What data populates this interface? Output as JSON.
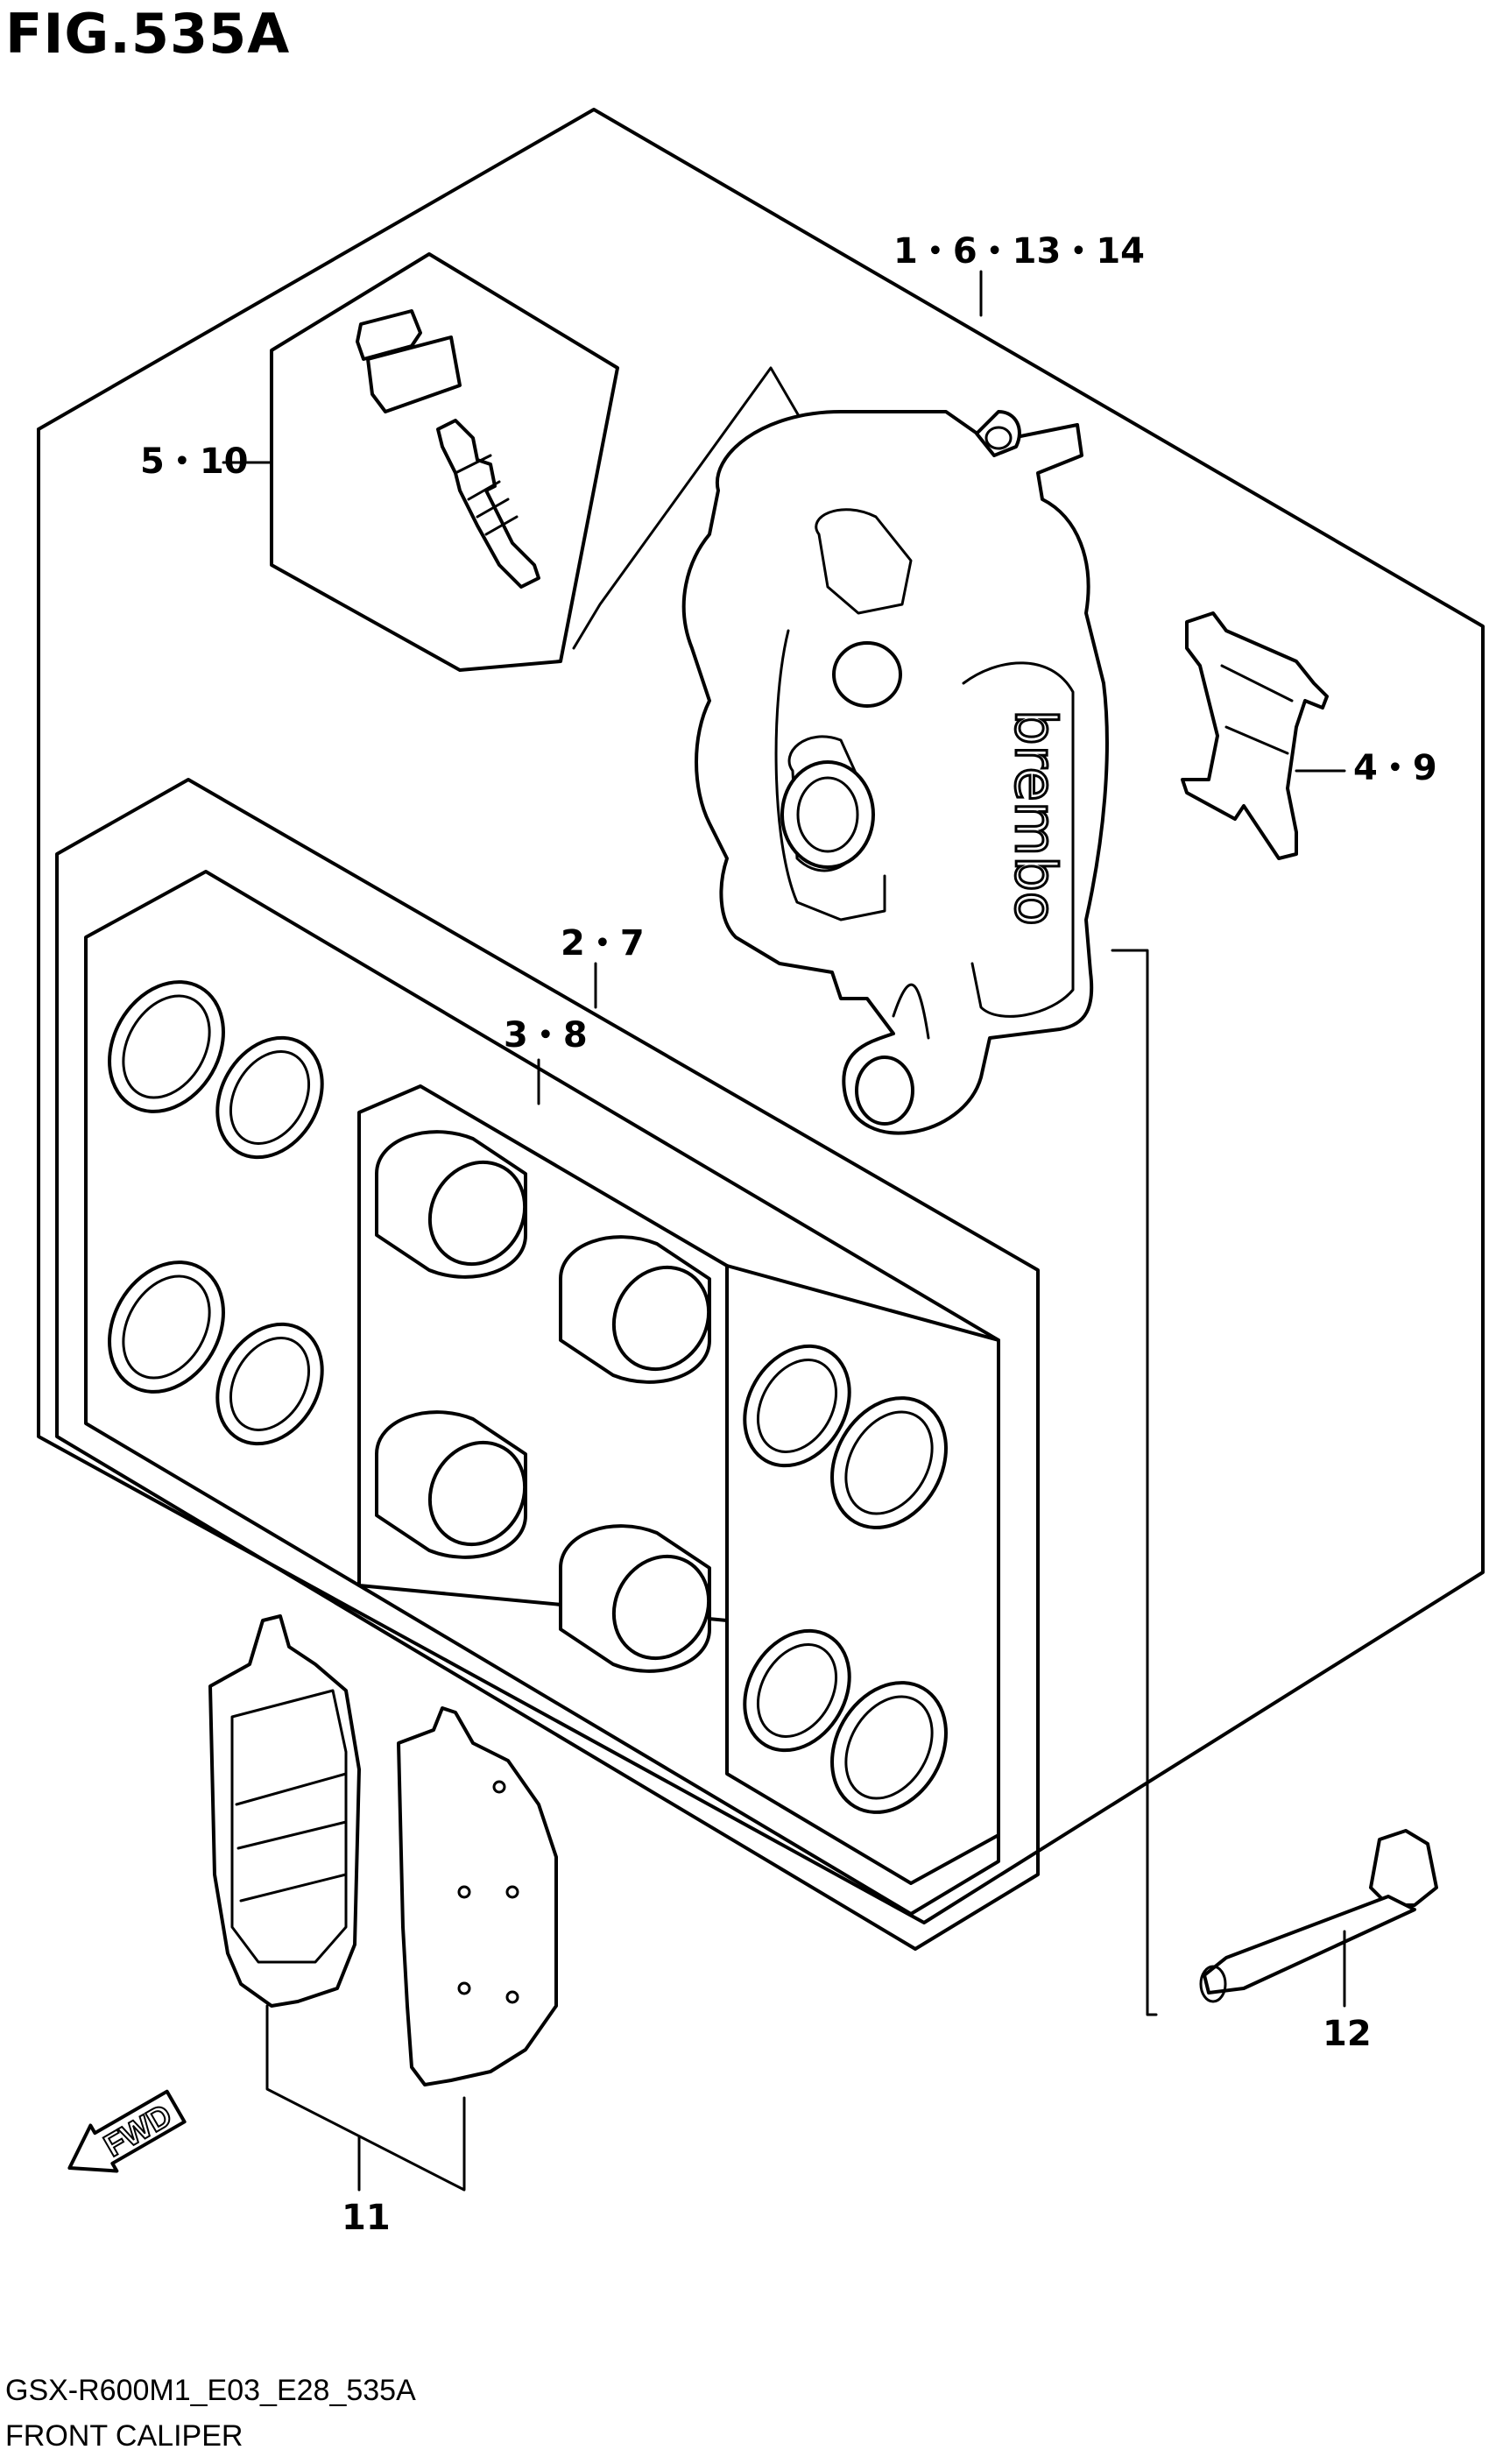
{
  "figure": {
    "title": "FIG.535A",
    "model_code": "GSX-R600M1_E03_E28_535A",
    "name": "FRONT CALIPER"
  },
  "callouts": [
    {
      "id": "caliper-assembly",
      "label": "1・6・13・14"
    },
    {
      "id": "bleeder-valve",
      "label": "5・10"
    },
    {
      "id": "pad-spring",
      "label": "4・9"
    },
    {
      "id": "piston-seal-set",
      "label": "2・7"
    },
    {
      "id": "piston-set",
      "label": "3・8"
    },
    {
      "id": "brake-pads",
      "label": "11"
    },
    {
      "id": "mounting-bolt",
      "label": "12"
    }
  ],
  "brand_mark": "brembo",
  "direction_marker": "FWD",
  "icons": [
    "caliper-icon",
    "bleeder-valve-icon",
    "pad-spring-icon",
    "piston-seal-icon",
    "piston-icon",
    "brake-pad-icon",
    "bolt-icon",
    "fwd-arrow-icon"
  ]
}
